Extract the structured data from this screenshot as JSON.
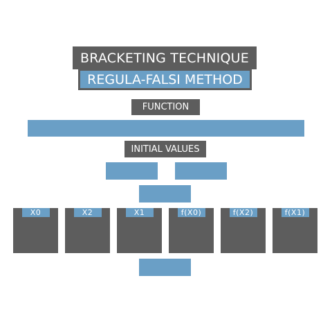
{
  "header": {
    "title": "BRACKETING TECHNIQUE",
    "subtitle": "REGULA-FALSI METHOD"
  },
  "function_section": {
    "label": "FUNCTION",
    "input_value": "",
    "input_placeholder": ""
  },
  "initial_values": {
    "label": "INITIAL VALUES",
    "x0_value": "",
    "x1_value": ""
  },
  "actions": {
    "calculate_label": "",
    "bottom_label": ""
  },
  "table": {
    "columns": [
      {
        "header": "X0"
      },
      {
        "header": "X2"
      },
      {
        "header": "X1"
      },
      {
        "header": "f(X0)"
      },
      {
        "header": "f(X2)"
      },
      {
        "header": "f(X1)"
      }
    ]
  },
  "colors": {
    "dark_panel": "#5d5d5d",
    "accent_blue": "#6a9fc6",
    "text": "#ffffff"
  }
}
